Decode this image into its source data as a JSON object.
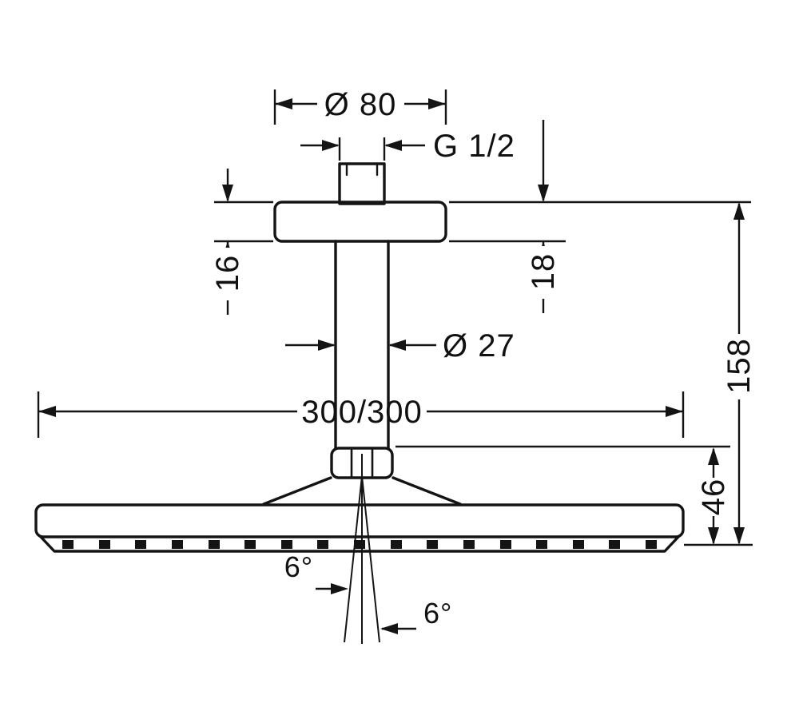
{
  "drawing": {
    "background": "#ffffff",
    "line_color": "#141414",
    "labels": {
      "plate_diameter": "Ø 80",
      "thread": "G 1/2",
      "plate_thickness_right": "18",
      "plate_thickness_left": "16",
      "pipe_diameter": "Ø 27",
      "head_dimensions": "300/300",
      "installation_height": "158",
      "head_height": "46",
      "spray_angle_left": "6°",
      "spray_angle_right": "6°"
    }
  }
}
